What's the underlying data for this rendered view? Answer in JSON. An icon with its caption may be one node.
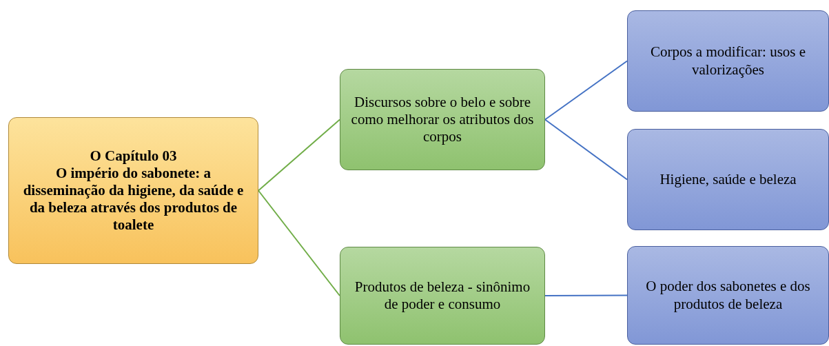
{
  "diagram": {
    "nodes": [
      {
        "text": [
          "O Capítulo 03",
          "O império do sabonete: a disseminação da higiene, da saúde e da beleza através dos produtos de toalete"
        ]
      },
      {
        "text": [
          "Discursos sobre o belo e sobre como melhorar os atributos dos corpos"
        ]
      },
      {
        "text": [
          "Produtos de beleza - sinônimo de poder e consumo"
        ]
      },
      {
        "text": [
          "Corpos a modificar: usos e valorizações"
        ]
      },
      {
        "text": [
          "Higiene, saúde e beleza"
        ]
      },
      {
        "text": [
          "O poder dos sabonetes e dos produtos de beleza"
        ]
      }
    ],
    "edges": [
      {
        "from": 0,
        "to": 1,
        "arrow": "none",
        "color": "#70ad47"
      },
      {
        "from": 0,
        "to": 2,
        "arrow": "none",
        "color": "#70ad47"
      },
      {
        "from": 1,
        "to": 3,
        "arrow": "none",
        "color": "#4472c4"
      },
      {
        "from": 1,
        "to": 4,
        "arrow": "none",
        "color": "#4472c4"
      },
      {
        "from": 2,
        "to": 5,
        "arrow": "none",
        "color": "#4472c4"
      }
    ]
  }
}
